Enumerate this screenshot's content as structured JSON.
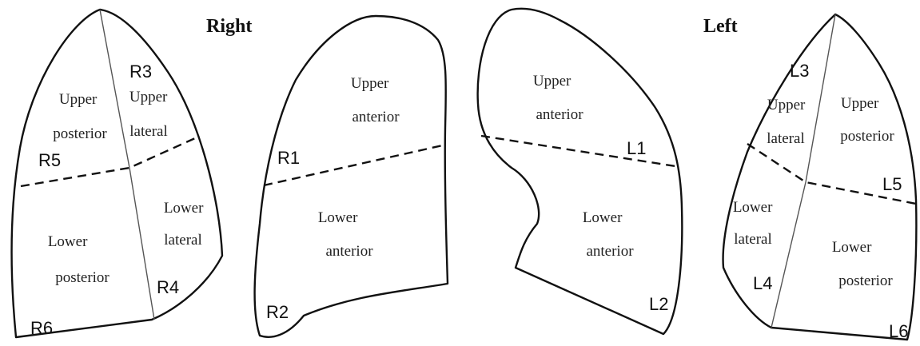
{
  "titles": {
    "right": "Right",
    "left": "Left"
  },
  "right_lateral_view": {
    "regions": {
      "upper_posterior": [
        "Upper",
        "posterior"
      ],
      "upper_lateral": [
        "Upper",
        "lateral"
      ],
      "lower_posterior": [
        "Lower",
        "posterior"
      ],
      "lower_lateral": [
        "Lower",
        "lateral"
      ]
    },
    "zone_codes": [
      "R3",
      "R5",
      "R4",
      "R6"
    ]
  },
  "right_anterior_view": {
    "regions": {
      "upper_anterior": [
        "Upper",
        "anterior"
      ],
      "lower_anterior": [
        "Lower",
        "anterior"
      ]
    },
    "zone_codes": [
      "R1",
      "R2"
    ]
  },
  "left_anterior_view": {
    "regions": {
      "upper_anterior": [
        "Upper",
        "anterior"
      ],
      "lower_anterior": [
        "Lower",
        "anterior"
      ]
    },
    "zone_codes": [
      "L1",
      "L2"
    ]
  },
  "left_lateral_view": {
    "regions": {
      "upper_lateral": [
        "Upper",
        "lateral"
      ],
      "upper_posterior": [
        "Upper",
        "posterior"
      ],
      "lower_lateral": [
        "Lower",
        "lateral"
      ],
      "lower_posterior": [
        "Lower",
        "posterior"
      ]
    },
    "zone_codes": [
      "L3",
      "L5",
      "L4",
      "L6"
    ]
  }
}
